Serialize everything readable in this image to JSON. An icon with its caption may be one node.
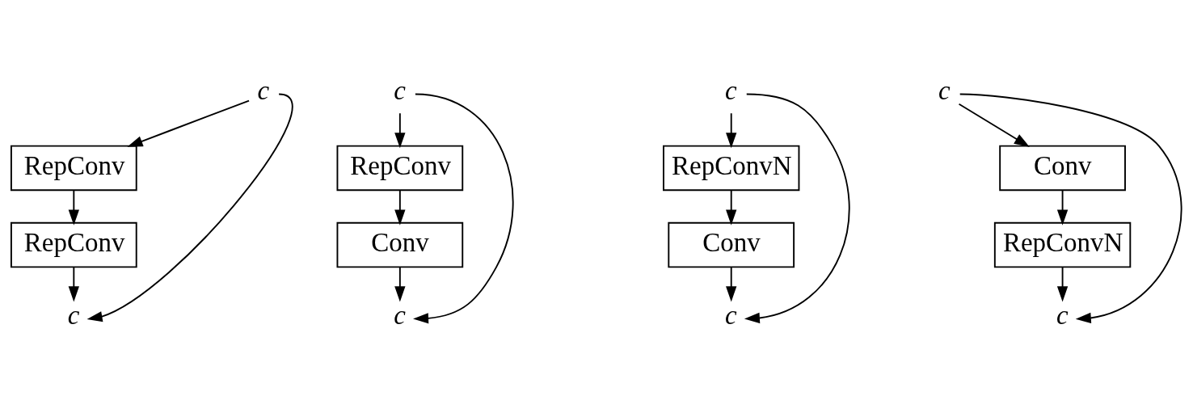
{
  "diagram": {
    "nodes": [
      {
        "text": [
          "c"
        ]
      },
      {
        "text": [
          "RepConv"
        ]
      },
      {
        "text": [
          "RepConv"
        ]
      },
      {
        "text": [
          "c"
        ]
      },
      {
        "text": [
          "c"
        ]
      },
      {
        "text": [
          "RepConv"
        ]
      },
      {
        "text": [
          "Conv"
        ]
      },
      {
        "text": [
          "c"
        ]
      },
      {
        "text": [
          "c"
        ]
      },
      {
        "text": [
          "RepConvN"
        ]
      },
      {
        "text": [
          "Conv"
        ]
      },
      {
        "text": [
          "c"
        ]
      },
      {
        "text": [
          "c"
        ]
      },
      {
        "text": [
          "Conv"
        ]
      },
      {
        "text": [
          "RepConvN"
        ]
      },
      {
        "text": [
          "c"
        ]
      }
    ],
    "edges": [
      {
        "from": 0,
        "to": 1,
        "arrow": "to"
      },
      {
        "from": 1,
        "to": 2,
        "arrow": "to"
      },
      {
        "from": 2,
        "to": 3,
        "arrow": "to"
      },
      {
        "from": 0,
        "to": 3,
        "arrow": "to"
      },
      {
        "from": 4,
        "to": 5,
        "arrow": "to"
      },
      {
        "from": 5,
        "to": 6,
        "arrow": "to"
      },
      {
        "from": 6,
        "to": 7,
        "arrow": "to"
      },
      {
        "from": 4,
        "to": 7,
        "arrow": "to"
      },
      {
        "from": 8,
        "to": 9,
        "arrow": "to"
      },
      {
        "from": 9,
        "to": 10,
        "arrow": "to"
      },
      {
        "from": 10,
        "to": 11,
        "arrow": "to"
      },
      {
        "from": 8,
        "to": 11,
        "arrow": "to"
      },
      {
        "from": 12,
        "to": 13,
        "arrow": "to"
      },
      {
        "from": 13,
        "to": 14,
        "arrow": "to"
      },
      {
        "from": 14,
        "to": 15,
        "arrow": "to"
      },
      {
        "from": 12,
        "to": 15,
        "arrow": "to"
      }
    ]
  }
}
